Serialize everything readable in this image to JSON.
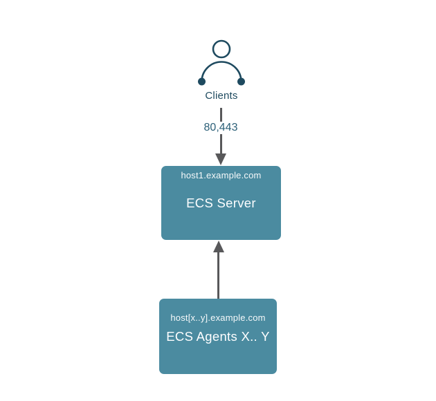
{
  "diagram": {
    "clients": {
      "icon": "person-icon",
      "label": "Clients"
    },
    "arrow_clients_to_server": {
      "direction": "down",
      "label": "80,443"
    },
    "server_node": {
      "host": "host1.example.com",
      "label": "ECS Server"
    },
    "arrow_agents_to_server": {
      "direction": "up"
    },
    "agents_node": {
      "host": "host[x..y].example.com",
      "label": "ECS Agents X.. Y"
    }
  },
  "colors": {
    "node_fill": "#4b8ba0",
    "node_text": "#ffffff",
    "clients_accent": "#1e4a5f",
    "port_text": "#2c6078",
    "arrow": "#58585a",
    "background": "#ffffff"
  }
}
